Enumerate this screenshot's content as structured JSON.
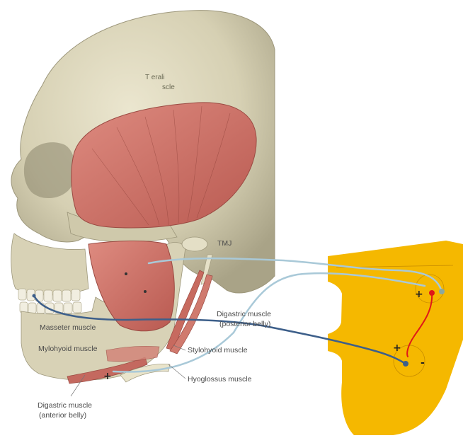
{
  "figure": {
    "labels": {
      "temporalis": [
        "T  erali",
        "scle"
      ],
      "tmj": "TMJ",
      "masseter": "Masseter muscle",
      "mylohyoid": "Mylohyoid muscle",
      "digastric_posterior": [
        "Digastric muscle",
        "(posterior belly)"
      ],
      "stylohyoid": "Stylohyoid muscle",
      "hyoglossus": "Hyoglossus muscle",
      "digastric_anterior": [
        "Digastric muscle",
        "(anterior belly)"
      ]
    },
    "device_signs": {
      "upper_plus": "+",
      "lower_plus": "+",
      "lower_minus": "-",
      "chin_plus": "+"
    },
    "colors": {
      "device": "#f5b800",
      "skull": "#d9d4b8",
      "muscle": "#cc6f64",
      "wire_light": "#a9c9d8",
      "wire_dark": "#3d5f8a",
      "wire_red": "#e01818"
    }
  }
}
